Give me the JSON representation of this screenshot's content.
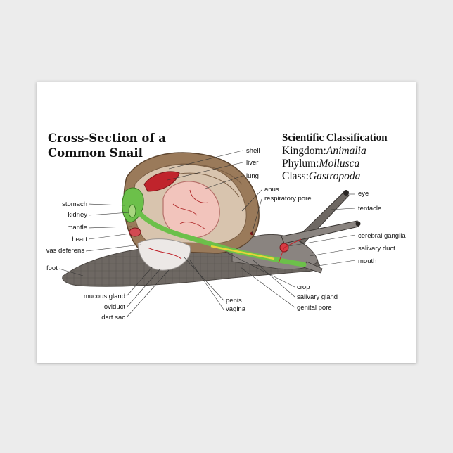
{
  "title": {
    "line1": "Cross-Section of a",
    "line2": "Common Snail"
  },
  "classification": {
    "heading": "Scientific Classification",
    "kingdom_label": "Kingdom:",
    "kingdom_value": "Animalia",
    "phylum_label": "Phylum:",
    "phylum_value": "Mollusca",
    "class_label": "Class:",
    "class_value": "Gastropoda"
  },
  "labels": {
    "shell": "shell",
    "liver": "liver",
    "lung": "lung",
    "anus": "anus",
    "respiratory_pore": "respiratory pore",
    "eye": "eye",
    "tentacle": "tentacle",
    "cerebral_ganglia": "cerebral ganglia",
    "salivary_duct": "salivary duct",
    "mouth": "mouth",
    "stomach": "stomach",
    "kidney": "kidney",
    "mantle": "mantle",
    "heart": "heart",
    "vas_deferens": "vas deferens",
    "foot": "foot",
    "mucous_gland": "mucous gland",
    "oviduct": "oviduct",
    "dart_sac": "dart sac",
    "penis": "penis",
    "vagina": "vagina",
    "crop": "crop",
    "salivary_gland": "salivary gland",
    "genital_pore": "genital pore"
  },
  "colors": {
    "body": "#6e6863",
    "shell": "#9a7a5a",
    "digestive": "#6cc04a",
    "organ_red": "#c0242c",
    "lung_pink": "#f2c4bc",
    "background": "#ececec",
    "card": "#ffffff"
  }
}
